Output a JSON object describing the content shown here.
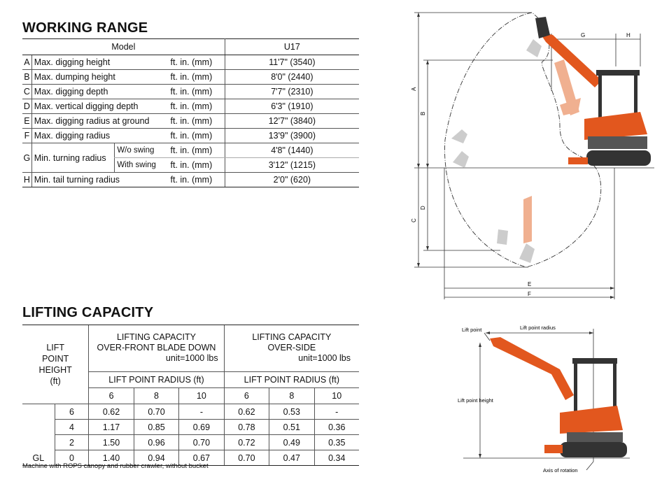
{
  "working_range": {
    "title": "WORKING RANGE",
    "header": {
      "model_label": "Model",
      "model_name": "U17"
    },
    "rows": [
      {
        "letter": "A",
        "label": "Max. digging height",
        "unit": "ft. in. (mm)",
        "value": "11'7\" (3540)"
      },
      {
        "letter": "B",
        "label": "Max. dumping height",
        "unit": "ft. in. (mm)",
        "value": "8'0\" (2440)"
      },
      {
        "letter": "C",
        "label": "Max. digging depth",
        "unit": "ft. in. (mm)",
        "value": "7'7\" (2310)"
      },
      {
        "letter": "D",
        "label": "Max. vertical digging depth",
        "unit": "ft. in. (mm)",
        "value": "6'3\" (1910)"
      },
      {
        "letter": "E",
        "label": "Max. digging radius at ground",
        "unit": "ft. in. (mm)",
        "value": "12'7\" (3840)"
      },
      {
        "letter": "F",
        "label": "Max. digging radius",
        "unit": "ft. in. (mm)",
        "value": "13'9\" (3900)"
      }
    ],
    "g_row": {
      "letter": "G",
      "label": "Min. turning radius",
      "subs": [
        {
          "label": "W/o  swing",
          "unit": "ft. in. (mm)",
          "value": "4'8\" (1440)"
        },
        {
          "label": "With swing",
          "unit": "ft. in. (mm)",
          "value": "3'12\" (1215)"
        }
      ]
    },
    "h_row": {
      "letter": "H",
      "label": "Min. tail turning radius",
      "unit": "ft. in. (mm)",
      "value": "2'0\" (620)"
    }
  },
  "lifting_capacity": {
    "title": "LIFTING CAPACITY",
    "height_header": [
      "LIFT",
      "POINT",
      "HEIGHT",
      "(ft)"
    ],
    "group1": {
      "line1": "LIFTING CAPACITY",
      "line2": "OVER-FRONT BLADE DOWN",
      "unit": "unit=1000 lbs"
    },
    "group2": {
      "line1": "LIFTING CAPACITY",
      "line2": "OVER-SIDE",
      "unit": "unit=1000 lbs"
    },
    "radius_header": "LIFT POINT RADIUS (ft)",
    "radii": [
      "6",
      "8",
      "10",
      "6",
      "8",
      "10"
    ],
    "gl_label": "GL",
    "rows": [
      {
        "height": "6",
        "values": [
          "0.62",
          "0.70",
          "-",
          "0.62",
          "0.53",
          "-"
        ]
      },
      {
        "height": "4",
        "values": [
          "1.17",
          "0.85",
          "0.69",
          "0.78",
          "0.51",
          "0.36"
        ]
      },
      {
        "height": "2",
        "values": [
          "1.50",
          "0.96",
          "0.70",
          "0.72",
          "0.49",
          "0.35"
        ]
      },
      {
        "height": "0",
        "values": [
          "1.40",
          "0.94",
          "0.67",
          "0.70",
          "0.47",
          "0.34"
        ]
      }
    ],
    "footnote": "Machine with ROPS canopy and rubber crawler, without bucket"
  },
  "diagram_labels": {
    "A": "A",
    "B": "B",
    "C": "C",
    "D": "D",
    "E": "E",
    "F": "F",
    "G": "G",
    "H": "H",
    "lift_point": "Lift point",
    "lift_point_radius": "Lift point radius",
    "lift_point_height": "Lift point height",
    "axis_of_rotation": "Axis of rotation"
  },
  "colors": {
    "machine_orange": "#e2571e",
    "ghost_orange": "#f0b090",
    "ghost_gray": "#cccccc",
    "line": "#222222"
  }
}
